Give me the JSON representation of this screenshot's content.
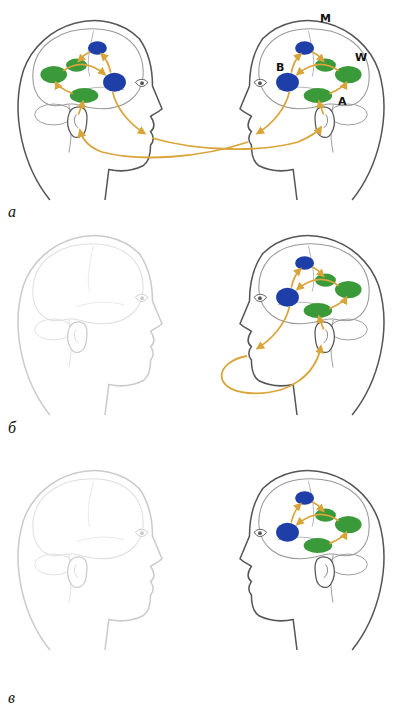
{
  "diagram": {
    "labels": [
      "M",
      "B",
      "W",
      "A",
      "а",
      "б",
      "в"
    ]
  }
}
